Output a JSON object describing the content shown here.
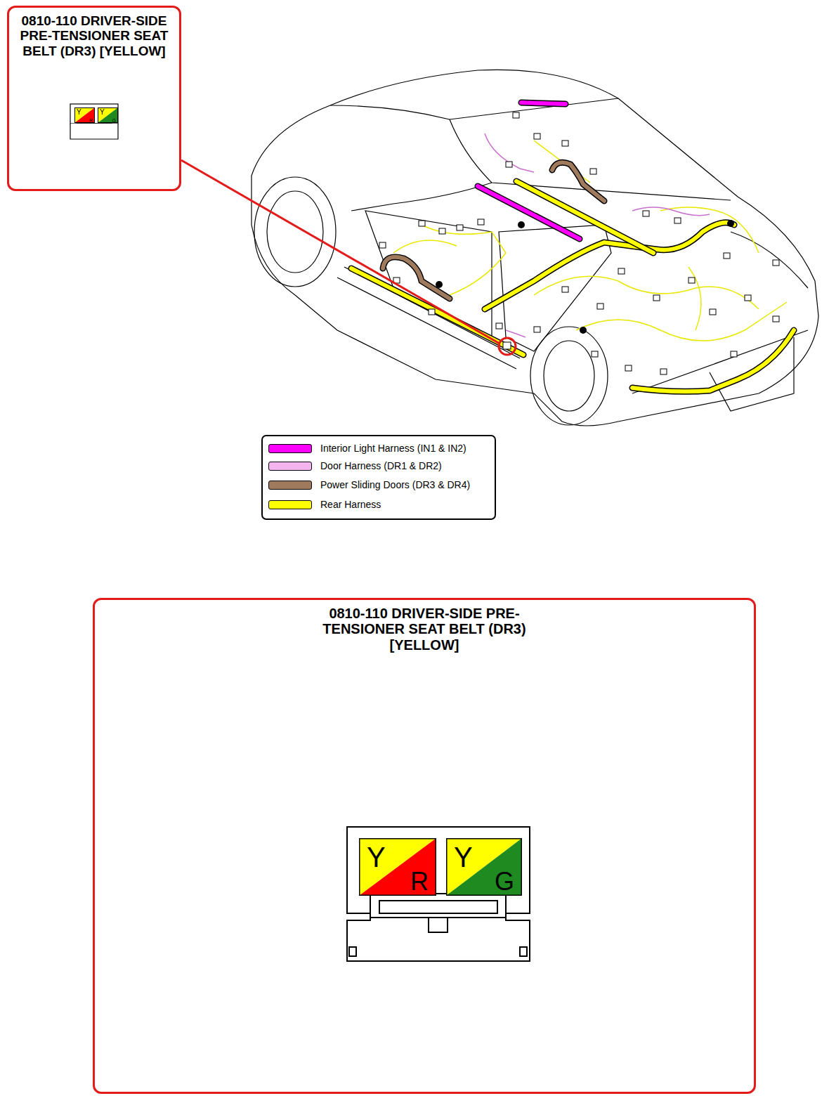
{
  "diagram": {
    "nodes": [
      {
        "text": [
          "0810-110 DRIVER-SIDE PRE-TENSIONER SEAT BELT (DR3) [YELLOW]"
        ]
      },
      {
        "text": [
          "Y",
          "R"
        ],
        "in": 0
      },
      {
        "text": [
          "Y",
          "G"
        ],
        "in": 0
      },
      {
        "text": [
          "0810-110 DRIVER-SIDE PRE-TENSIONER SEAT BELT (DR3) [YELLOW]"
        ]
      },
      {
        "text": [
          "Y",
          "R"
        ],
        "in": 3
      },
      {
        "text": [
          "Y",
          "G"
        ],
        "in": 3
      }
    ],
    "edges": [],
    "legend": [
      {
        "text": "Interior Light Harness (IN1 & IN2)",
        "color": "#ff00ff"
      },
      {
        "text": "Door Harness (DR1 & DR2)",
        "color": "#f4b4f0"
      },
      {
        "text": "Power Sliding Doors (DR3 & DR4)",
        "color": "#a07a5c"
      },
      {
        "text": "Rear Harness",
        "color": "#ffff00"
      }
    ]
  }
}
